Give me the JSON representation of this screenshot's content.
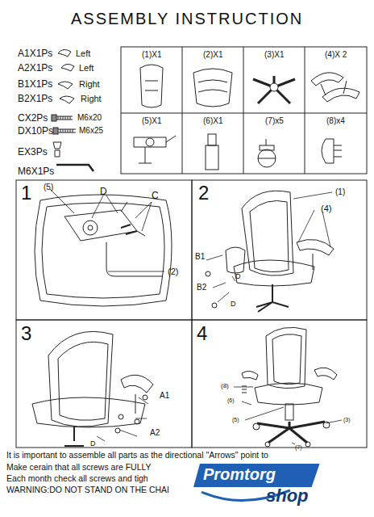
{
  "diagram": {
    "title": "ASSEMBLY INSTRUCTION",
    "nodes": [
      {
        "text": [
          "Promtorg",
          "shop"
        ]
      }
    ],
    "labels": [
      "A1X1Ps",
      "Left",
      "A2X1Ps",
      "Left",
      "B1X1Ps",
      "Right",
      "B2X1Ps",
      "Right",
      "CX2Ps",
      "M6x20",
      "DX10Ps",
      "M6x25",
      "EX3Ps",
      "M6X1Ps",
      "(1)X1",
      "(2)X1",
      "(3)X1",
      "(4)X 2",
      "(5)X1",
      "(6)X1",
      "(7)x5",
      "(8)x4",
      "1",
      "(5)",
      "D",
      "C",
      "(2)",
      "2",
      "(1)",
      "(4)",
      "B1",
      "D",
      "B2",
      "D",
      "3",
      "A1",
      "A2",
      "D",
      "4",
      "(8)",
      "(6)",
      "(5)",
      "(3)",
      "(7)",
      "It is important to assemble all parts as the directional \"Arrows\" point to",
      "Make cerain that all screws are FULLY",
      "Each month check all screws and tigh",
      "WARNING:DO NOT STAND ON THE CHAI"
    ]
  }
}
